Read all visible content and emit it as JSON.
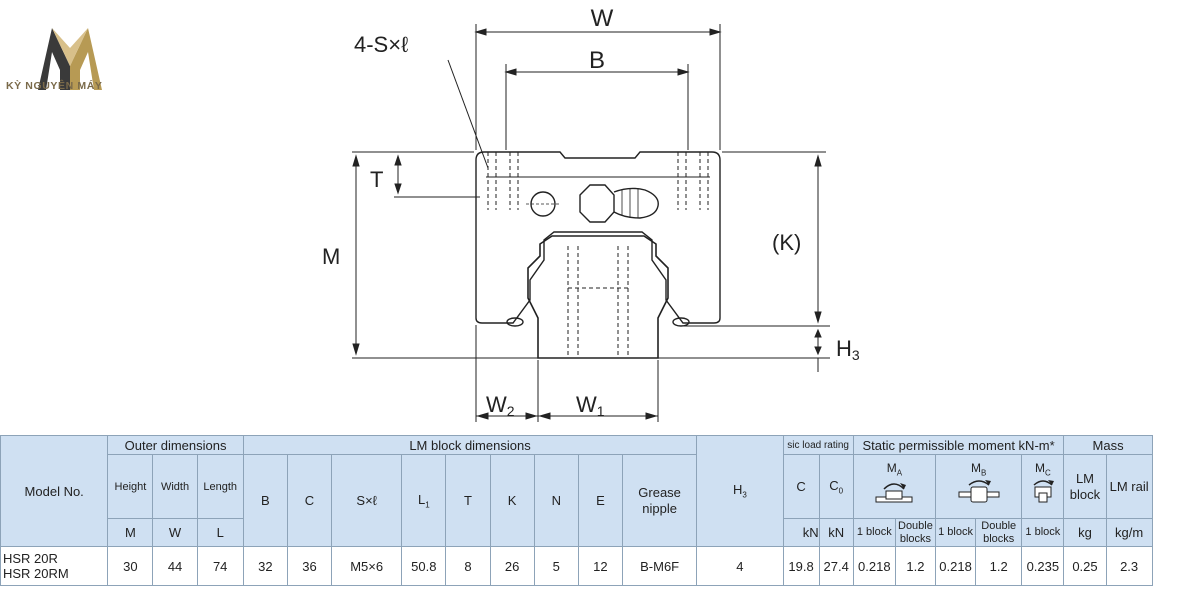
{
  "brand": {
    "name": "KỲ NGUYÊN MÁY",
    "gold": "#b79a54",
    "dark": "#3a3a3a"
  },
  "drawing": {
    "labels": {
      "w": "W",
      "b": "B",
      "s": "4-S×ℓ",
      "t": "T",
      "m": "M",
      "k": "(K)",
      "h3_main": "H",
      "h3_sub": "3",
      "w2_main": "W",
      "w2_sub": "2",
      "w1_main": "W",
      "w1_sub": "1"
    }
  },
  "table": {
    "header_color": "#cfe0f2",
    "model_header": "Model No.",
    "outer_dimensions": "Outer dimensions",
    "lm_block_dimensions": "LM block dimensions",
    "basic_load_rating": "sic load rating",
    "static_moment": "Static permissible moment kN-m*",
    "mass": "Mass",
    "height": "Height",
    "width": "Width",
    "length": "Length",
    "sym_m": "M",
    "sym_w": "W",
    "sym_l": "L",
    "sym_b": "B",
    "sym_c": "C",
    "sym_sxl": "S×ℓ",
    "sym_l1_main": "L",
    "sym_l1_sub": "1",
    "sym_t": "T",
    "sym_k": "K",
    "sym_n": "N",
    "sym_e": "E",
    "grease_nipple": "Grease nipple",
    "sym_h3_main": "H",
    "sym_h3_sub": "3",
    "load_c": "C",
    "load_c0_main": "C",
    "load_c0_sub": "0",
    "unit_kn_cut": "kN",
    "unit_kn": "kN",
    "ma_main": "M",
    "ma_sub": "A",
    "mb_main": "M",
    "mb_sub": "B",
    "mc_main": "M",
    "mc_sub": "C",
    "one_block": "1 block",
    "double_blocks": "Double blocks",
    "lm_block": "LM block",
    "lm_rail": "LM rail",
    "unit_kg": "kg",
    "unit_kgm": "kg/m",
    "rows": [
      {
        "model_line1": "HSR 20R",
        "model_line2": "HSR 20RM",
        "m": "30",
        "w": "44",
        "l": "74",
        "b": "32",
        "c": "36",
        "sxl": "M5×6",
        "l1": "50.8",
        "t": "8",
        "k": "26",
        "n": "5",
        "e": "12",
        "grease": "B-M6F",
        "h3": "4",
        "c_dyn": "19.8",
        "c0": "27.4",
        "ma1": "0.218",
        "ma2": "1.2",
        "mb1": "0.218",
        "mb2": "1.2",
        "mc1": "0.235",
        "mass_block": "0.25",
        "mass_rail": "2.3"
      }
    ]
  }
}
